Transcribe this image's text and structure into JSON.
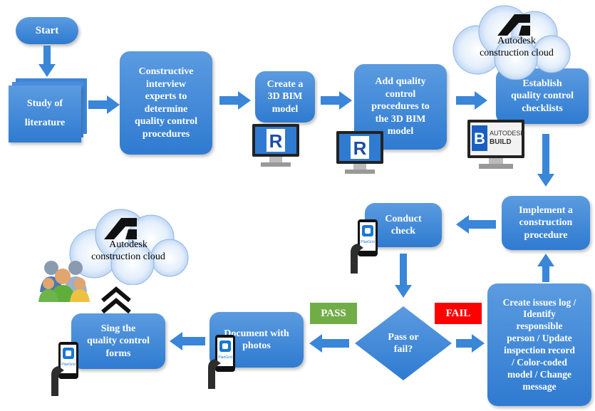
{
  "nodes": {
    "start": "Start",
    "study": "Study of\nliterature",
    "interview": "Constructive\ninterview\nexperts to\ndetermine\nquality control\nprocedures",
    "create_bim": "Create a\n3D BIM\nmodel",
    "add_qc": "Add quality\ncontrol\nprocedures to\nthe 3D BIM\nmodel",
    "establish": "Establish\nquality control\nchecklists",
    "implement": "Implement a\nconstruction\nprocedure",
    "conduct": "Conduct\ncheck",
    "decision": "Pass or\nfail?",
    "issues": "Create issues log /\nIdentify\nresponsible\nperson / Update\ninspection record\n/ Color-coded\nmodel / Change\nmessage",
    "document": "Document with\nphotos",
    "sign": "Sing the\nquality control\nforms"
  },
  "labels": {
    "pass": "PASS",
    "fail": "FAIL"
  },
  "clouds": {
    "top": "Autodesk\nconstruction cloud",
    "bottom": "Autodesk\nconstruction cloud"
  },
  "icons": {
    "revit_letter": "R",
    "build_letter": "B",
    "build_line1": "AUTODESK",
    "build_line2": "BUILD",
    "plangrid": "PlanGrid"
  },
  "colors": {
    "box": "#2f7bd1",
    "pass": "#70ad47",
    "fail": "#ff0000"
  }
}
